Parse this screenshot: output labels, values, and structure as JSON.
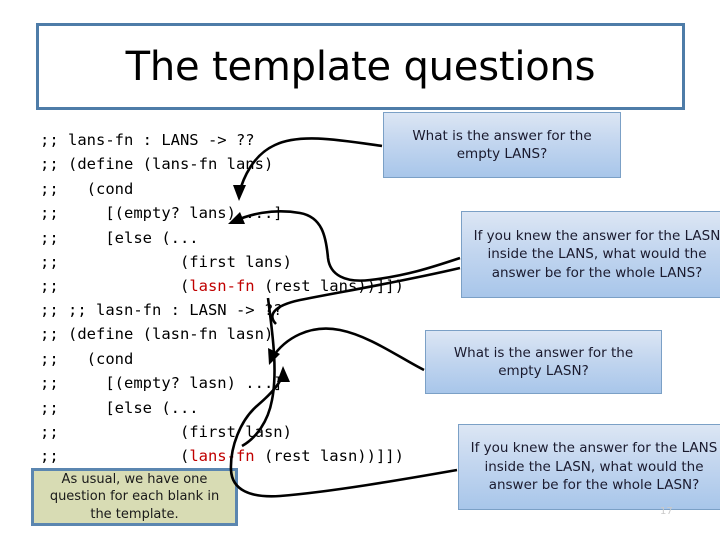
{
  "slide": {
    "title": "The template questions",
    "page_number": "17"
  },
  "code_blocks": [
    {
      "id": "lans",
      "lines": [
        [
          {
            "t": ";; lans-fn : LANS -> ??"
          }
        ],
        [
          {
            "t": ";; (define (lans-fn lans)"
          }
        ],
        [
          {
            "t": ";;   (cond"
          }
        ],
        [
          {
            "t": ";;     [(empty? lans) ...]"
          }
        ],
        [
          {
            "t": ";;     [else (..."
          }
        ],
        [
          {
            "t": ";;             (first lans)"
          }
        ],
        [
          {
            "t": ";;             ("
          },
          {
            "t": "lasn-fn",
            "hl": true
          },
          {
            "t": " (rest lans))]])"
          }
        ]
      ]
    },
    {
      "id": "lasn",
      "lines": [
        [
          {
            "t": ";; ;; lasn-fn : LASN -> ??"
          }
        ],
        [
          {
            "t": ";; (define (lasn-fn lasn)"
          }
        ],
        [
          {
            "t": ";;   (cond"
          }
        ],
        [
          {
            "t": ";;     [(empty? lasn) ...]"
          }
        ],
        [
          {
            "t": ";;     [else (..."
          }
        ],
        [
          {
            "t": ";;             (first lasn)"
          }
        ],
        [
          {
            "t": ";;             ("
          },
          {
            "t": "lans-fn",
            "hl": true
          },
          {
            "t": " (rest lasn))]])"
          }
        ]
      ]
    }
  ],
  "callouts": [
    {
      "id": "empty-lans",
      "text": "What is the answer for the empty LANS?"
    },
    {
      "id": "lasn-in-lans",
      "text": "If you knew the answer for the LASN inside the LANS, what would the answer be for the whole LANS?"
    },
    {
      "id": "empty-lasn",
      "text": "What is the answer for the empty LASN?"
    },
    {
      "id": "lans-in-lasn",
      "text": "If you knew the answer for the LANS inside the LASN, what would the answer be for the whole LASN?"
    }
  ],
  "note": {
    "text": "As usual, we have one question for each blank in the template."
  },
  "colors": {
    "title_border": "#4E7CA8",
    "callout_border": "#7BA0C6",
    "callout_fill_top": "#DCE6F4",
    "callout_fill_bottom": "#A8C6EA",
    "note_fill": "#D8DCB4",
    "note_border": "#5B86B0",
    "code_highlight": "#C00000",
    "arrow": "#000000"
  }
}
